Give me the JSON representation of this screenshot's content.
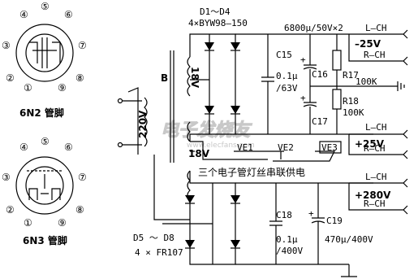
{
  "tubes": {
    "top": {
      "name": "6N2 管脚",
      "pins": [
        "④",
        "⑤",
        "⑥",
        "③",
        "⑦",
        "②",
        "①",
        "⑨",
        "⑧"
      ]
    },
    "bottom": {
      "name": "6N3 管脚",
      "pins": [
        "④",
        "⑤",
        "⑥",
        "③",
        "⑦",
        "②",
        "①",
        "⑨",
        "⑧"
      ]
    }
  },
  "circuit": {
    "diodes_top": "D1～D4",
    "diodes_top_part": "4×BYW98—150",
    "cap_main": "6800μ/50V×2",
    "c15": "C15",
    "c15_value_1": "0.1μ",
    "c15_value_2": "/63V",
    "c16": "C16",
    "c17": "C17",
    "r17": "R17",
    "r17_value": "100K",
    "r18": "R18",
    "r18_value": "100K",
    "transformer": "B",
    "winding_18v": "18V",
    "winding_220v": "220V",
    "heater_18v": "18V",
    "ve1": "VE1",
    "ve2": "VE2",
    "ve3": "VE3",
    "heater_caption": "三个电子管灯丝串联供电",
    "c18": "C18",
    "c18_value_1": "0.1μ",
    "c18_value_2": "/400V",
    "c19": "C19",
    "c19_value": "470μ/400V",
    "diodes_bottom": "D5 ～ D8",
    "diodes_bottom_part": "4 × FR107",
    "out_lch_1": "L—CH",
    "out_rch_1": "R—CH",
    "out_volt_1": "–25V",
    "out_lch_2": "L—CH",
    "out_rch_2": "R—CH",
    "out_volt_2": "+25V",
    "out_lch_3": "L—CH",
    "out_rch_3": "R—CH",
    "out_volt_3": "+280V"
  },
  "watermark": {
    "brand": "电子发烧友",
    "url": "www.elecfans.com"
  }
}
